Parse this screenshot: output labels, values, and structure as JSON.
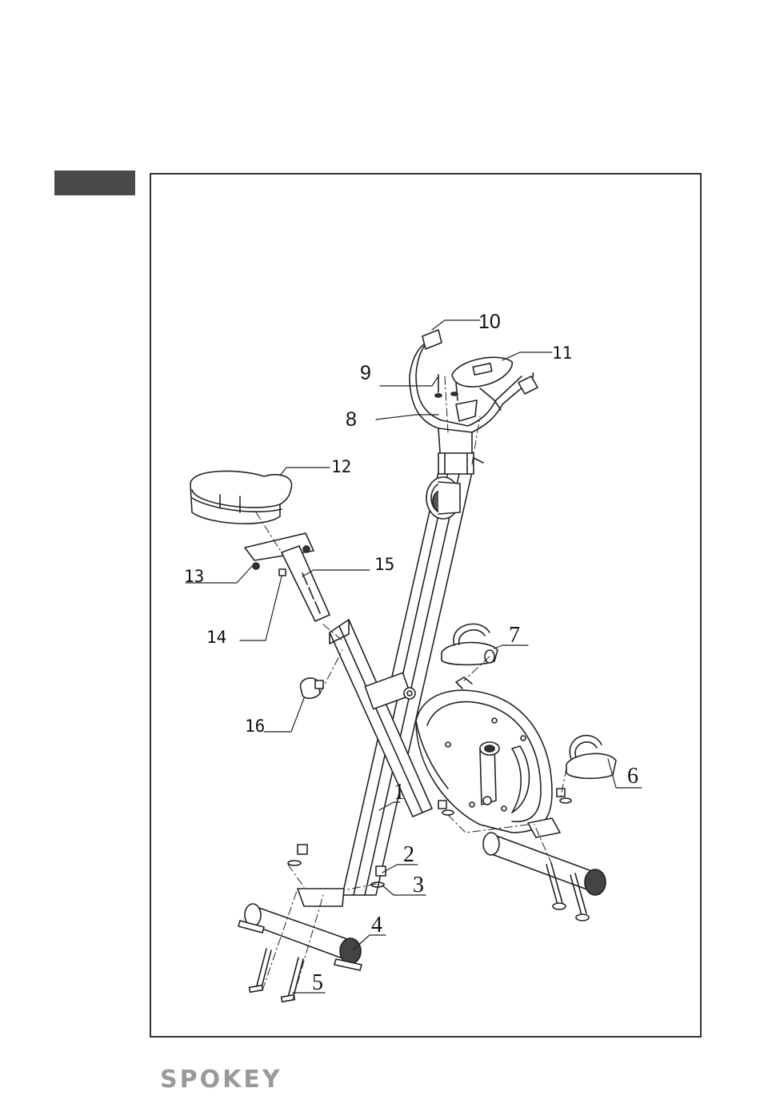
{
  "brand": {
    "text": "SPOKEY"
  },
  "parts": [
    {
      "num": "1",
      "name": "part-label-1"
    },
    {
      "num": "2",
      "name": "part-label-2"
    },
    {
      "num": "3",
      "name": "part-label-3"
    },
    {
      "num": "4",
      "name": "part-label-4"
    },
    {
      "num": "5",
      "name": "part-label-5"
    },
    {
      "num": "6",
      "name": "part-label-6"
    },
    {
      "num": "7",
      "name": "part-label-7"
    },
    {
      "num": "8",
      "name": "part-label-8"
    },
    {
      "num": "9",
      "name": "part-label-9"
    },
    {
      "num": "10",
      "name": "part-label-10"
    },
    {
      "num": "11",
      "name": "part-label-11"
    },
    {
      "num": "12",
      "name": "part-label-12"
    },
    {
      "num": "13",
      "name": "part-label-13"
    },
    {
      "num": "14",
      "name": "part-label-14"
    },
    {
      "num": "15",
      "name": "part-label-15"
    },
    {
      "num": "16",
      "name": "part-label-16"
    }
  ]
}
